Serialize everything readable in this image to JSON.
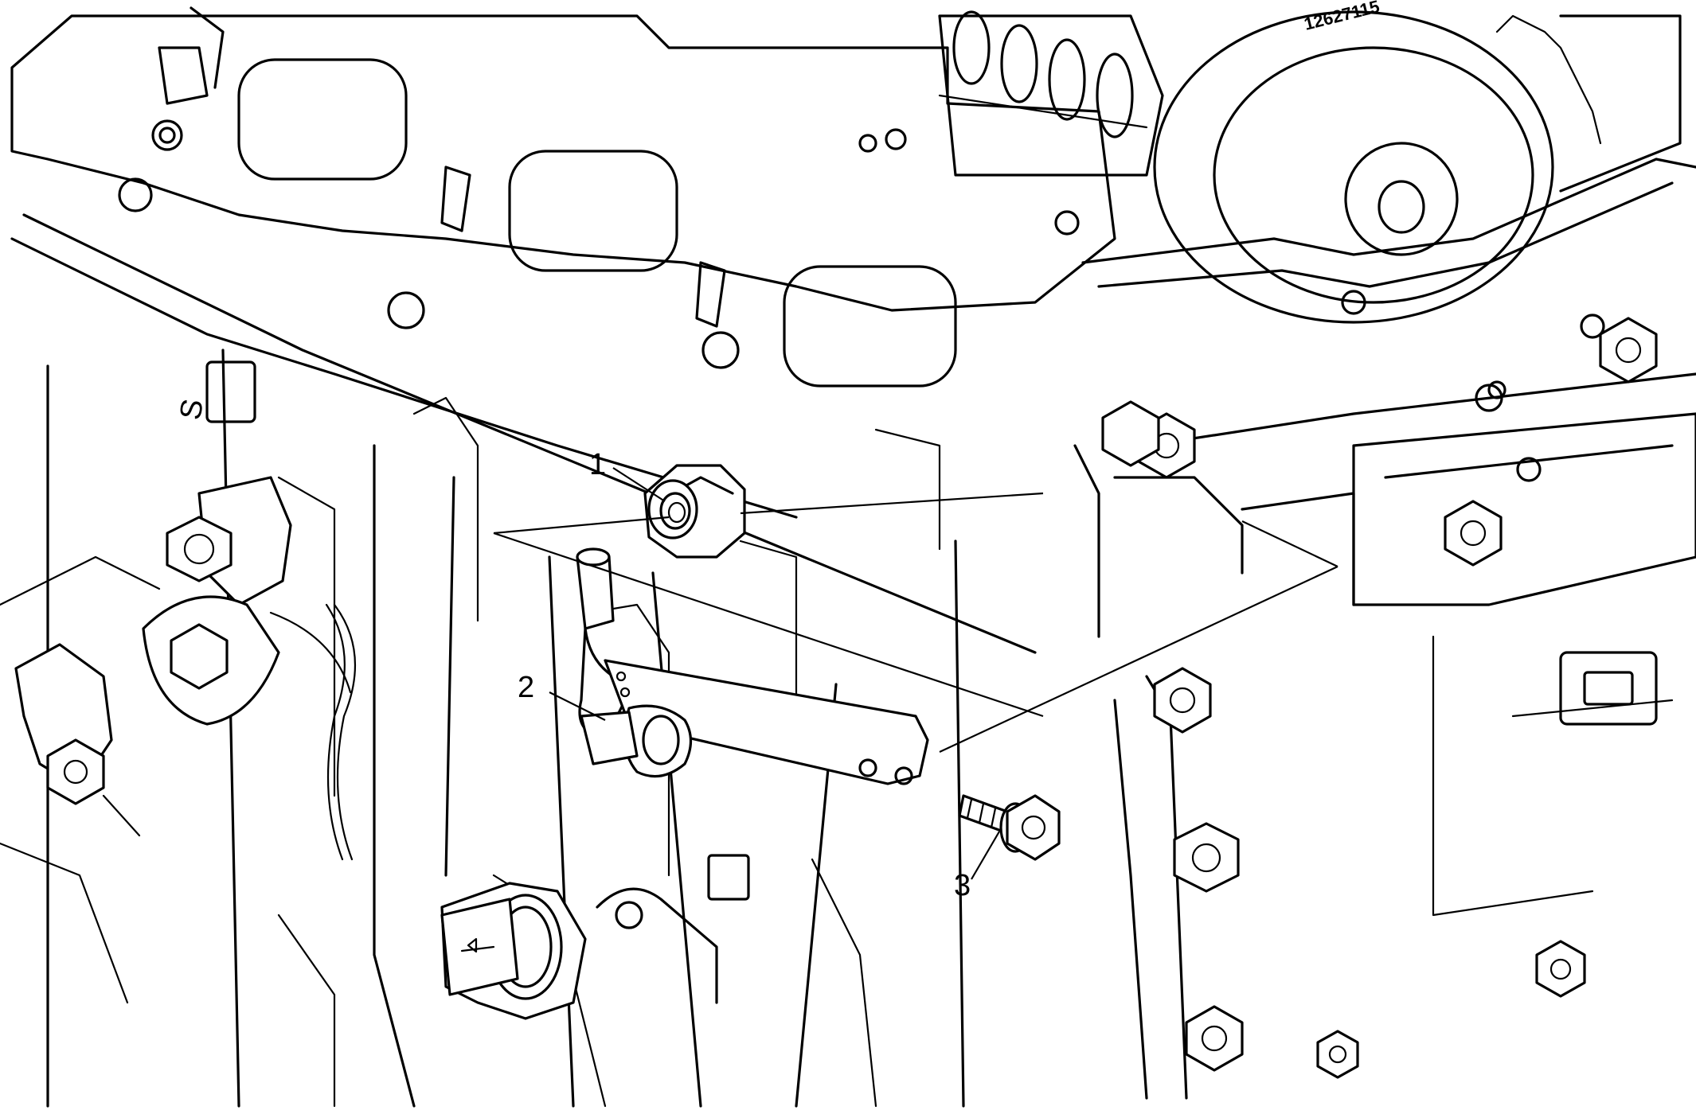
{
  "diagram": {
    "callouts": [
      {
        "id": "1",
        "label": "1"
      },
      {
        "id": "2",
        "label": "2"
      },
      {
        "id": "3",
        "label": "3"
      }
    ],
    "part_stamp": "12627115",
    "block_mark": "S"
  }
}
